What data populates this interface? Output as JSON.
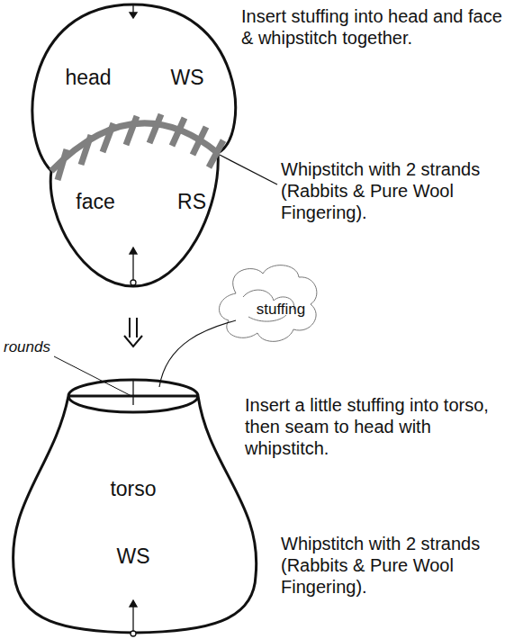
{
  "diagram": {
    "nodes": [
      {
        "text": [
          "head",
          "WS"
        ]
      },
      {
        "text": [
          "face",
          "RS"
        ]
      },
      {
        "text": [
          "stuffing"
        ]
      },
      {
        "text": [
          "torso",
          "WS"
        ]
      }
    ],
    "edges": [
      {
        "from": 1,
        "to": 3,
        "arrow": "to"
      }
    ],
    "labels": [
      "Insert stuffing into head and face & whipstitch together.",
      "Whipstitch with 2 strands (Rabbits & Pure Wool Fingering).",
      "rounds",
      "Insert a little stuffing into torso, then seam to head with whipstitch.",
      "Whipstitch with 2 strands (Rabbits & Pure Wool Fingering)."
    ]
  }
}
